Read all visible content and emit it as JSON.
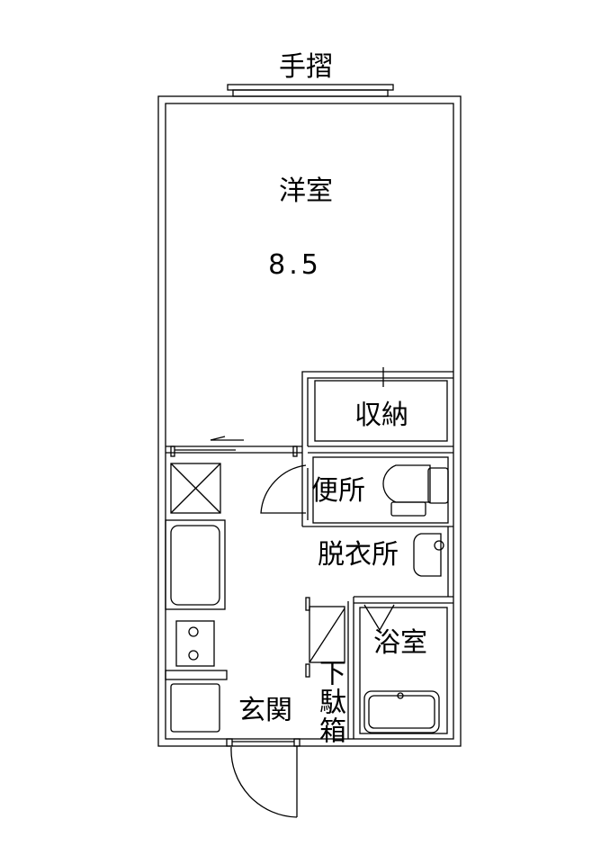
{
  "rooms": {
    "railing": "手摺",
    "western_room": "洋室",
    "western_room_size": "8.5",
    "storage": "収納",
    "toilet": "便所",
    "changing_room": "脱衣所",
    "bathroom": "浴室",
    "entrance": "玄関",
    "shoe_box": "下駄箱"
  }
}
